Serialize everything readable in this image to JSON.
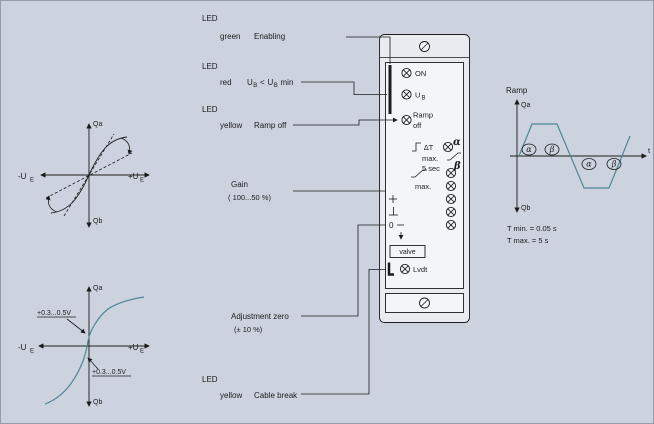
{
  "colors": {
    "background": "#ccd3de",
    "line": "#1b1b1b",
    "curve": "#4e8796",
    "panel_fill": "#e8ecf1",
    "panel_inner_fill": "#f3f5f8"
  },
  "graph_gain": {
    "y_top": "Qa",
    "y_bottom": "Qb",
    "x_neg": "-U",
    "x_neg_sub": "E",
    "x_pos": "+U",
    "x_pos_sub": "E"
  },
  "graph_zero": {
    "y_top": "Qa",
    "y_bottom": "Qb",
    "x_neg": "-U",
    "x_neg_sub": "E",
    "x_pos": "+U",
    "x_pos_sub": "E",
    "offset_top": "+0.3...0.5V",
    "offset_bottom": "+0.3...0.5V"
  },
  "callouts": {
    "led_enabling": {
      "title": "LED",
      "color": "green",
      "label": "Enabling"
    },
    "led_undervoltage": {
      "title": "LED",
      "color": "red",
      "u1": "U",
      "u1_sub": "B",
      "lt": "<",
      "u2": "U",
      "u2_sub": "B",
      "min": "min"
    },
    "led_ramp_off": {
      "title": "LED",
      "color": "yellow",
      "label": "Ramp off"
    },
    "gain": {
      "line1": "Gain",
      "line2": "( 100...50 %)"
    },
    "adjustment_zero": {
      "line1": "Adjustment zero",
      "line2": "(± 10 %)"
    },
    "led_cable_break": {
      "title": "LED",
      "color": "yellow",
      "label": "Cable break"
    }
  },
  "panel": {
    "on": "ON",
    "ub": "U",
    "ub_sub": "B",
    "ramp_line1": "Ramp",
    "ramp_line2": "off",
    "delta_t": "∆T",
    "alpha": "α",
    "beta": "β",
    "max_time_line1": "max.",
    "max_time_line2": "5 sec",
    "max2": "max.",
    "zero": "0",
    "valve": "valve",
    "lvdt": "Lvdt"
  },
  "ramp_chart": {
    "title": "Ramp",
    "y_top": "Qa",
    "y_bottom": "Qb",
    "x_label": "t",
    "alpha": "α",
    "beta": "β",
    "t_min": "T min. = 0.05 s",
    "t_max": "T max. = 5 s"
  }
}
